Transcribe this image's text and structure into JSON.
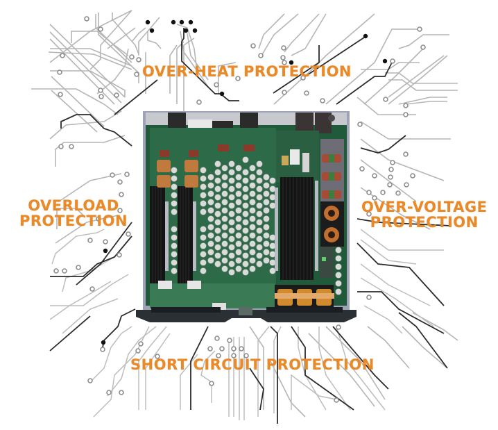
{
  "image": {
    "description": "Amplifier internal circuit board photo surrounded by circuit-trace graphics with protection feature labels",
    "accent_color": "#e8892a",
    "trace_colors": {
      "light": "#b8b8b8",
      "dark": "#2a2a2a"
    }
  },
  "labels": {
    "top": "OVER-HEAT PROTECTION",
    "left_line1": "OVERLOAD",
    "left_line2": "PROTECTION",
    "right_line1": "OVER-VOLTAGE",
    "right_line2": "PROTECTION",
    "bottom": "SHORT CIRCUIT PROTECTION"
  },
  "center_image": {
    "subject": "amplifier-pcb-top-view",
    "components": [
      "heatsinks",
      "capacitor-array",
      "toroidal-inductors",
      "transformers",
      "connectors"
    ]
  }
}
